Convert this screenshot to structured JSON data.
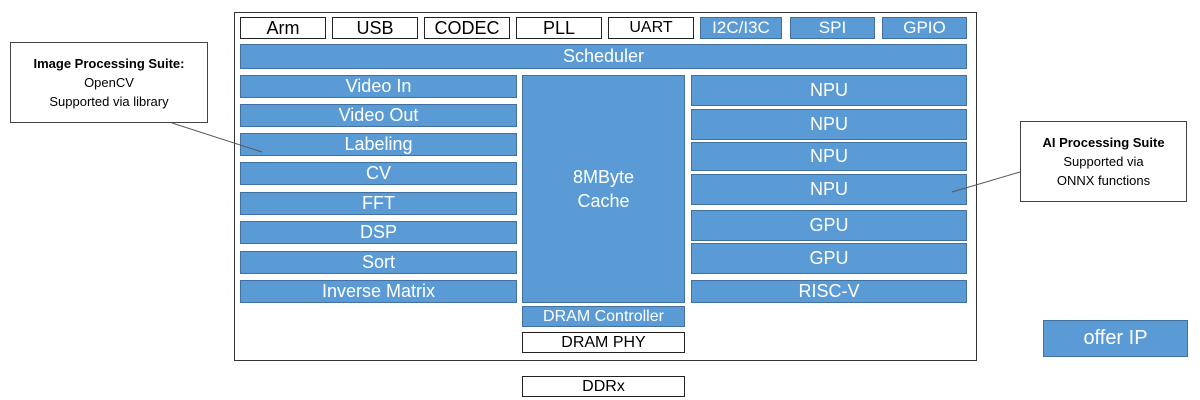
{
  "top_row": [
    {
      "label": "Arm",
      "style": "white"
    },
    {
      "label": "USB",
      "style": "white"
    },
    {
      "label": "CODEC",
      "style": "white"
    },
    {
      "label": "PLL",
      "style": "white"
    },
    {
      "label": "UART",
      "style": "white"
    },
    {
      "label": "I2C/I3C",
      "style": "blue"
    },
    {
      "label": "SPI",
      "style": "blue"
    },
    {
      "label": "GPIO",
      "style": "blue"
    }
  ],
  "scheduler": "Scheduler",
  "left_column": [
    "Video In",
    "Video Out",
    "Labeling",
    "CV",
    "FFT",
    "DSP",
    "Sort",
    "Inverse Matrix"
  ],
  "cache": {
    "line1": "8MByte",
    "line2": "Cache"
  },
  "dram_controller": "DRAM Controller",
  "dram_phy": "DRAM PHY",
  "ddrx": "DDRx",
  "right_column": [
    "NPU",
    "NPU",
    "NPU",
    "NPU",
    "GPU",
    "GPU",
    "RISC-V"
  ],
  "callout_image": {
    "title": "Image Processing Suite:",
    "line1": "OpenCV",
    "line2": "Supported via library"
  },
  "callout_ai": {
    "title": "AI Processing Suite",
    "line1": "Supported via",
    "line2": "ONNX functions"
  },
  "legend": {
    "label": "offer IP"
  },
  "colors": {
    "block_blue": "#5b9bd5",
    "block_border": "#41719c",
    "white": "#ffffff",
    "text_dark": "#000000"
  }
}
